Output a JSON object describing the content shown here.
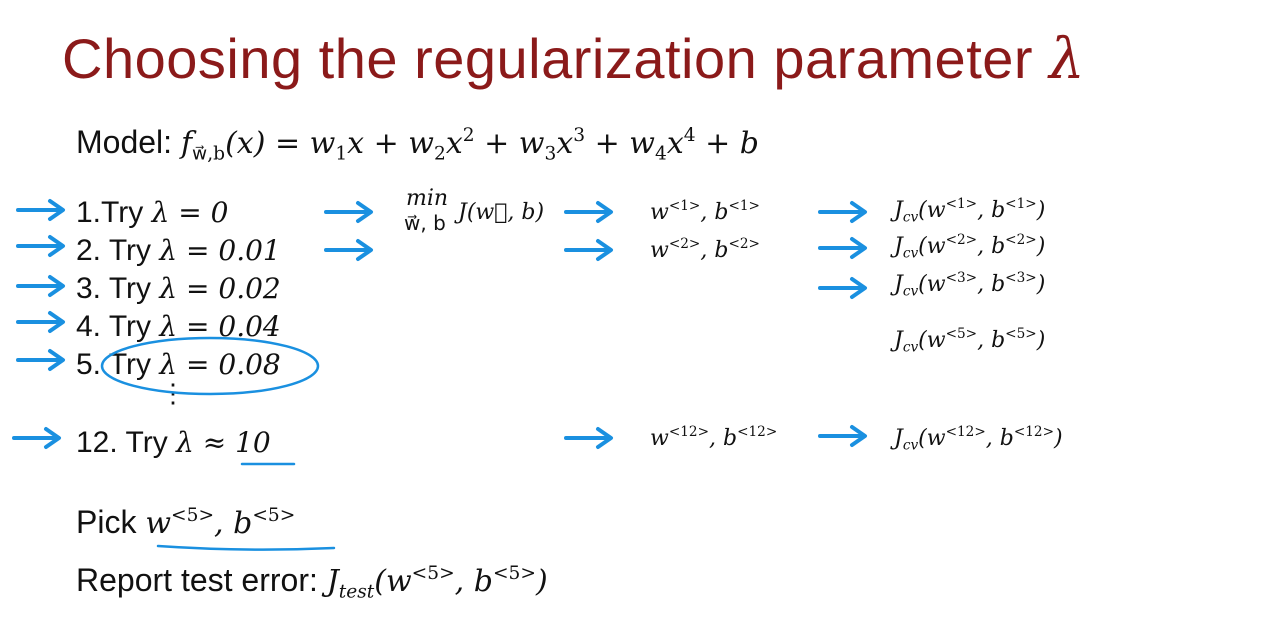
{
  "title": {
    "text": "Choosing the regularization parameter ",
    "lambda": "λ"
  },
  "model": {
    "label": "Model:",
    "f": "f",
    "f_sub": "w⃗,b",
    "lhs_arg": "(x) = ",
    "terms": [
      "w",
      "1",
      "x + w",
      "2",
      "x",
      "2",
      " + w",
      "3",
      "x",
      "3",
      " + w",
      "4",
      "x",
      "4",
      " + b"
    ]
  },
  "tries": [
    {
      "num": "1.",
      "text": "Try ",
      "expr": "λ = 0"
    },
    {
      "num": "2.",
      "text": " Try ",
      "expr": "λ = 0.01"
    },
    {
      "num": "3.",
      "text": " Try ",
      "expr": "λ = 0.02"
    },
    {
      "num": "4.",
      "text": " Try ",
      "expr": "λ = 0.04"
    },
    {
      "num": "5.",
      "text": " Try ",
      "expr": "λ = 0.08"
    },
    {
      "num": "12.",
      "text": " Try ",
      "expr": "λ ≈ 10"
    }
  ],
  "vdots": "⋮",
  "minimize": {
    "min": "min",
    "under": "w⃗, b",
    "expr": "J(w⃗, b)"
  },
  "params": [
    {
      "w": "w",
      "ws": "<1>",
      "b": ", b",
      "bs": "<1>"
    },
    {
      "w": "w",
      "ws": "<2>",
      "b": ", b",
      "bs": "<2>"
    },
    {
      "w": "w",
      "ws": "<12>",
      "b": ", b",
      "bs": "<12>"
    }
  ],
  "jcv": [
    {
      "J": "J",
      "sub": "cv",
      "open": "(w",
      "ws": "<1>",
      "b": ", b",
      "bs": "<1>",
      "close": ")"
    },
    {
      "J": "J",
      "sub": "cv",
      "open": "(w",
      "ws": "<2>",
      "b": ", b",
      "bs": "<2>",
      "close": ")"
    },
    {
      "J": "J",
      "sub": "cv",
      "open": "(w",
      "ws": "<3>",
      "b": ", b",
      "bs": "<3>",
      "close": ")"
    },
    {
      "J": "J",
      "sub": "cv",
      "open": "(w",
      "ws": "<5>",
      "b": ", b",
      "bs": "<5>",
      "close": ")"
    },
    {
      "J": "J",
      "sub": "cv",
      "open": "(w",
      "ws": "<12>",
      "b": ", b",
      "bs": "<12>",
      "close": ")"
    }
  ],
  "pick": {
    "label": "Pick ",
    "w": "w",
    "ws": "<5>",
    "b": ", b",
    "bs": "<5>"
  },
  "report": {
    "label": "Report test error: ",
    "J": "J",
    "sub": "test",
    "open": "(w",
    "ws": "<5>",
    "b": ", b",
    "bs": "<5>",
    "close": ")"
  },
  "colors": {
    "title": "#8b1a1a",
    "arrow": "#1a90e0",
    "text": "#111111"
  }
}
